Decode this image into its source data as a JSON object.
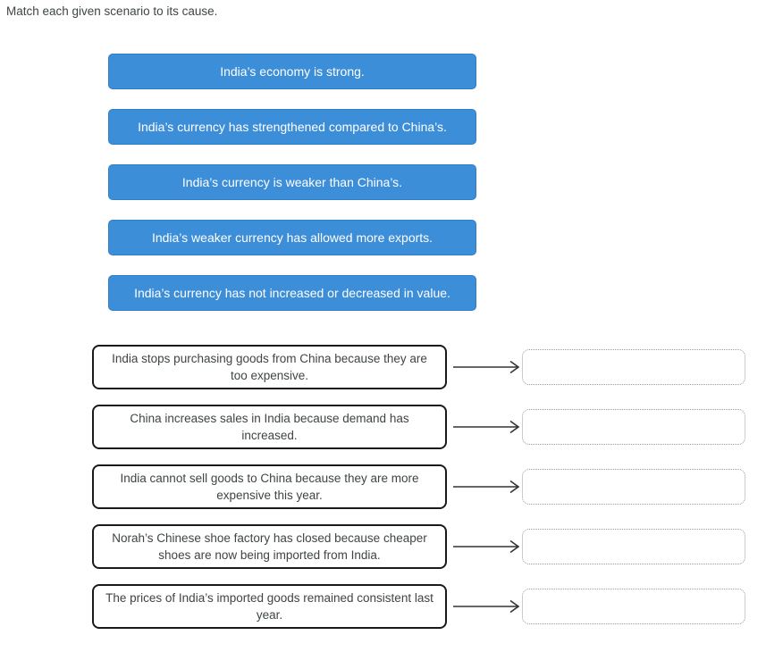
{
  "instruction": "Match each given scenario to its cause.",
  "colors": {
    "tile_bg": "#3d8ed8",
    "tile_border": "#2f7fc6",
    "tile_text": "#ffffff",
    "box_border": "#1a1a1a",
    "body_text": "#3f4445",
    "dropzone_border": "#999999",
    "arrow": "#333333",
    "page_bg": "#ffffff"
  },
  "answer_tiles": [
    {
      "label": "India’s economy is strong."
    },
    {
      "label": "India’s currency has strengthened compared to China’s."
    },
    {
      "label": "India’s currency is weaker than China’s."
    },
    {
      "label": "India’s weaker currency has allowed more exports."
    },
    {
      "label": "India’s currency has not increased or decreased in value."
    }
  ],
  "match_rows": [
    {
      "scenario": "India stops purchasing goods from China because they are too expensive.",
      "answer": ""
    },
    {
      "scenario": "China increases sales in India because demand has increased.",
      "answer": ""
    },
    {
      "scenario": "India cannot sell goods to China because they are more expensive this year.",
      "answer": ""
    },
    {
      "scenario": "Norah’s Chinese shoe factory has closed because cheaper shoes are now being imported from India.",
      "answer": ""
    },
    {
      "scenario": "The prices of India’s imported goods remained consistent last year.",
      "answer": ""
    }
  ]
}
